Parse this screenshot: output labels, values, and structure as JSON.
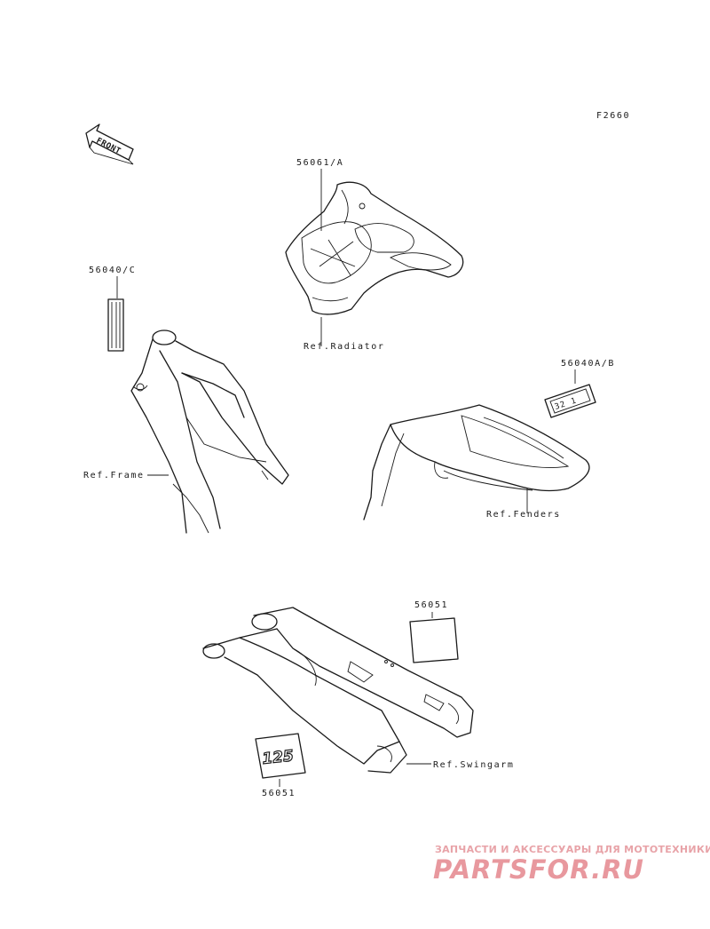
{
  "figure_code": "F2660",
  "front_arrow": {
    "text": "FRONT"
  },
  "labels": {
    "radiator_part": "56061/A",
    "radiator_ref": "Ref.Radiator",
    "frame_part": "56040/C",
    "frame_ref": "Ref.Frame",
    "fender_part": "56040A/B",
    "fender_ref": "Ref.Fenders",
    "fender_decal_text": "32 1",
    "swingarm_part_top": "56051",
    "swingarm_part_bottom": "56051",
    "swingarm_ref": "Ref.Swingarm",
    "swingarm_decal_text": "125"
  },
  "watermark": {
    "line1": "ЗАПЧАСТИ И АКСЕССУАРЫ ДЛЯ МОТОТЕХНИКИ",
    "line2": "PARTSFOR.RU"
  },
  "colors": {
    "ink": "#1a1a1a",
    "watermark": "#e8989e"
  }
}
